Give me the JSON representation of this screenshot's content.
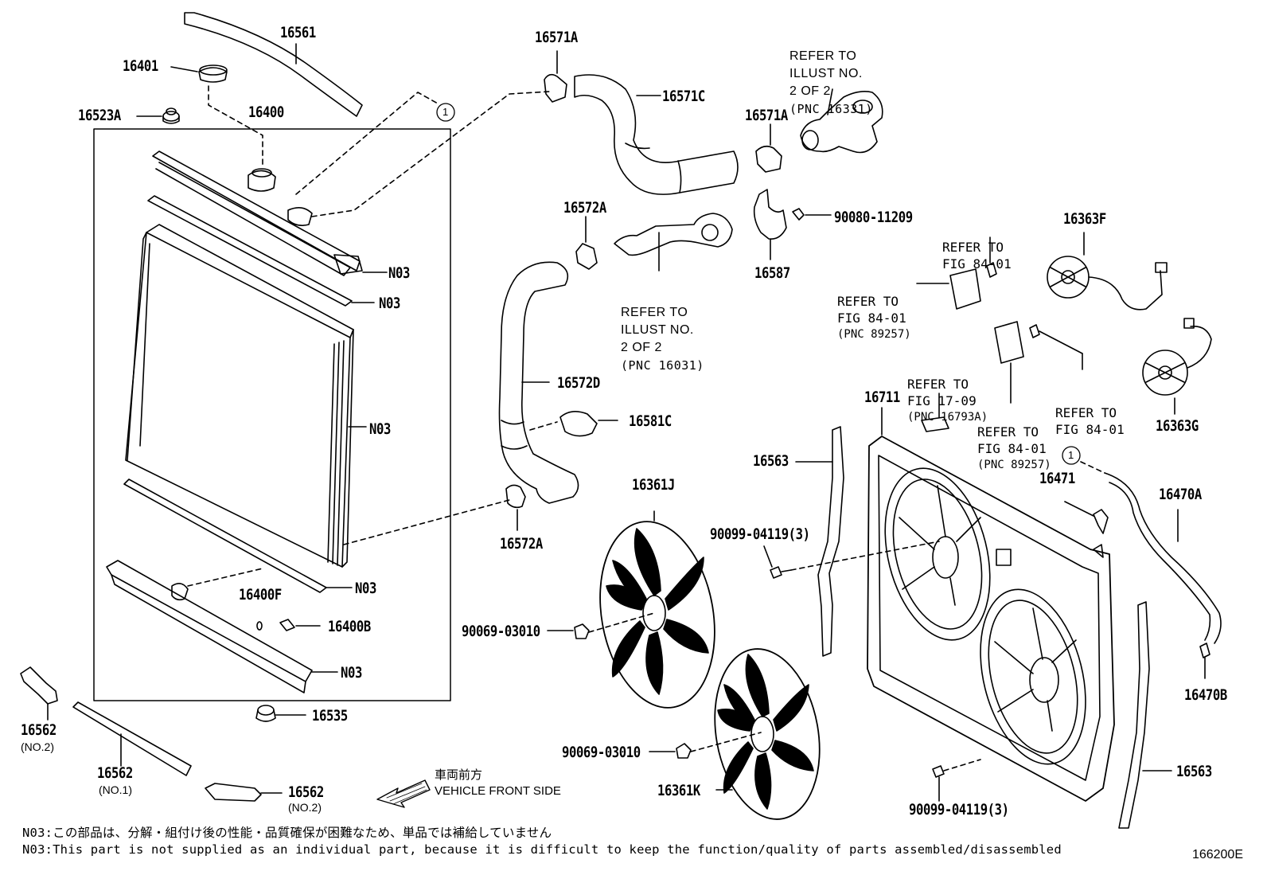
{
  "diagram": {
    "parts": {
      "p16561": "16561",
      "p16401": "16401",
      "p16523A": "16523A",
      "p16400": "16400",
      "p16571A_top": "16571A",
      "p16571C": "16571C",
      "p16571A_right": "16571A",
      "p16572A_top": "16572A",
      "p90080": "90080-11209",
      "p16587": "16587",
      "p16363F": "16363F",
      "p16572D": "16572D",
      "p16581C": "16581C",
      "p16711": "16711",
      "p16363G": "16363G",
      "p16563_left": "16563",
      "p16471": "16471",
      "p16470A": "16470A",
      "p16361J": "16361J",
      "p90099_top": "90099-04119(3)",
      "p16572A_bottom": "16572A",
      "p90069_top": "90069-03010",
      "p16400F": "16400F",
      "p16400B": "16400B",
      "p16535": "16535",
      "p16562_no2_left": "16562",
      "p16562_no1": "16562",
      "p16562_no2_bottom": "16562",
      "p90069_bottom": "90069-03010",
      "p16361K": "16361K",
      "p90099_bottom": "90099-04119(3)",
      "p16563_right": "16563",
      "p16470B": "16470B",
      "n03_1": "N03",
      "n03_2": "N03",
      "n03_3": "N03",
      "n03_4": "N03",
      "n03_5": "N03"
    },
    "sublabels": {
      "no2_left": "(NO.2)",
      "no1": "(NO.1)",
      "no2_bottom": "(NO.2)"
    },
    "refs": {
      "ref_16331": [
        "REFER TO",
        "ILLUST NO.",
        "2 OF 2",
        "(PNC 16331)"
      ],
      "ref_16031": [
        "REFER TO",
        "ILLUST NO.",
        "2 OF 2",
        "(PNC 16031)"
      ],
      "ref_84_01_a": [
        "REFER TO",
        "FIG 84-01"
      ],
      "ref_89257_a": [
        "REFER TO",
        "FIG 84-01",
        "(PNC 89257)"
      ],
      "ref_16793A": [
        "REFER TO",
        "FIG 17-09",
        "(PNC 16793A)"
      ],
      "ref_89257_b": [
        "REFER TO",
        "FIG 84-01",
        "(PNC 89257)"
      ],
      "ref_84_01_b": [
        "REFER TO",
        "FIG 84-01"
      ]
    },
    "callout_marker": "1",
    "front_direction": {
      "jp": "車両前方",
      "en": "VEHICLE FRONT SIDE"
    },
    "notes": {
      "jp": "N03:この部品は、分解・組付け後の性能・品質確保が困難なため、単品では補給していません",
      "en": "N03:This part is not supplied as an individual part, because it is difficult to keep the function/quality of parts assembled/disassembled"
    },
    "illustration_id": "166200E"
  }
}
